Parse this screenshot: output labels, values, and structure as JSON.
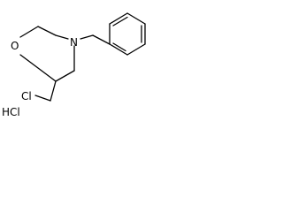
{
  "molecule": {
    "atoms": {
      "oxygen": "O",
      "nitrogen": "N",
      "chlorine": "Cl"
    },
    "salt": "HCl"
  },
  "colors": {
    "background": "#ffffff",
    "ink": "#000000"
  }
}
